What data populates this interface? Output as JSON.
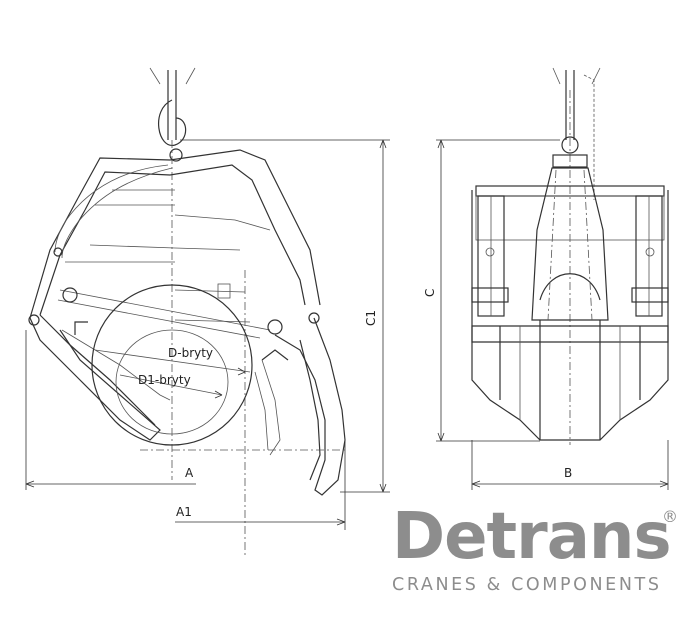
{
  "drawing": {
    "labels": {
      "d_bryty": "D-bryty",
      "d1_bryty": "D1-bryty",
      "dim_a": "A",
      "dim_a1": "A1",
      "dim_b": "B",
      "dim_c": "C",
      "dim_c1": "C1"
    }
  },
  "brand": {
    "name": "Detrans",
    "registered": "®",
    "tagline": "CRANES & COMPONENTS"
  },
  "colors": {
    "line": "#333333",
    "brand": "#8d8d8d"
  }
}
